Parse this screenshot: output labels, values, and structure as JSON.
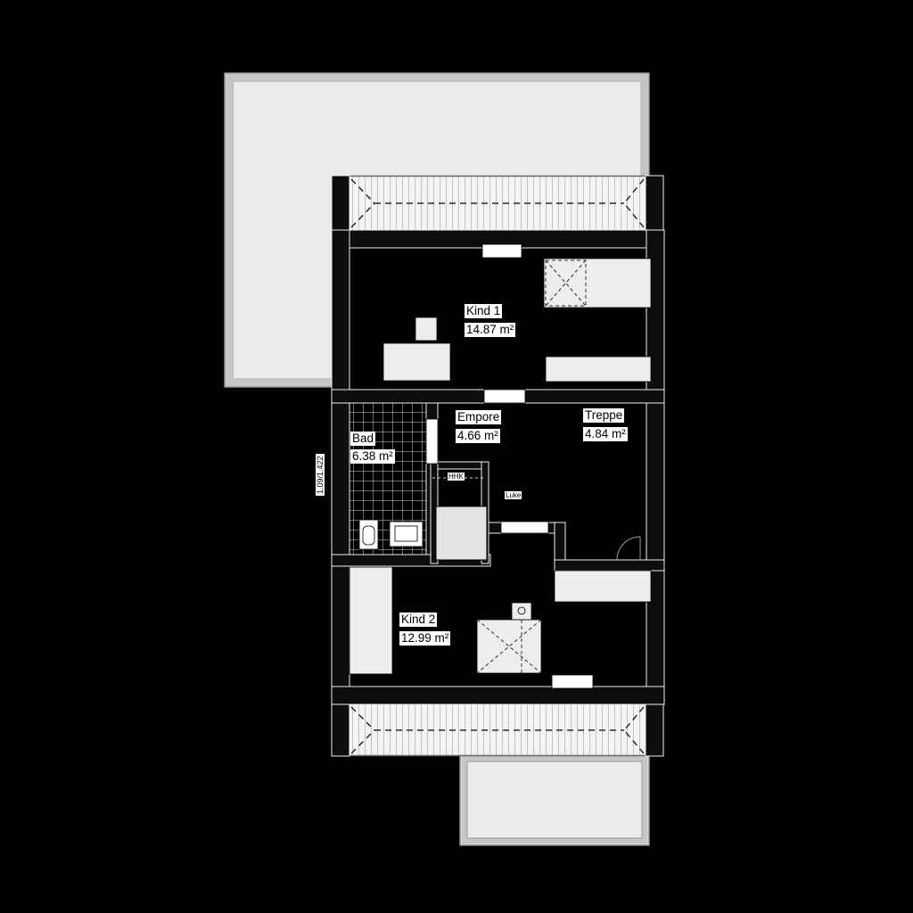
{
  "rooms": [
    {
      "name": "Kind 1",
      "area": "14.87 m²"
    },
    {
      "name": "Bad",
      "area": "6.38 m²"
    },
    {
      "name": "Empore",
      "area": "4.66 m²"
    },
    {
      "name": "Treppe",
      "area": "4.84 m²"
    },
    {
      "name": "Kind 2",
      "area": "12.99 m²"
    }
  ],
  "annotations": {
    "hatch_label": "Luke",
    "hhk_label": "HHK",
    "left_dimension": "1.09/1.422"
  },
  "colors": {
    "background": "#000000",
    "roof_fill": "#ebebeb",
    "roof_border": "#c6c6c6",
    "strip_fill": "#f4f4f4",
    "wall_fill": "#0d0d0d",
    "wall_outline": "#f0f0f0",
    "furniture_fill": "#ededed",
    "tile_line": "#cfcfcf",
    "label_bg": "#ffffff"
  }
}
